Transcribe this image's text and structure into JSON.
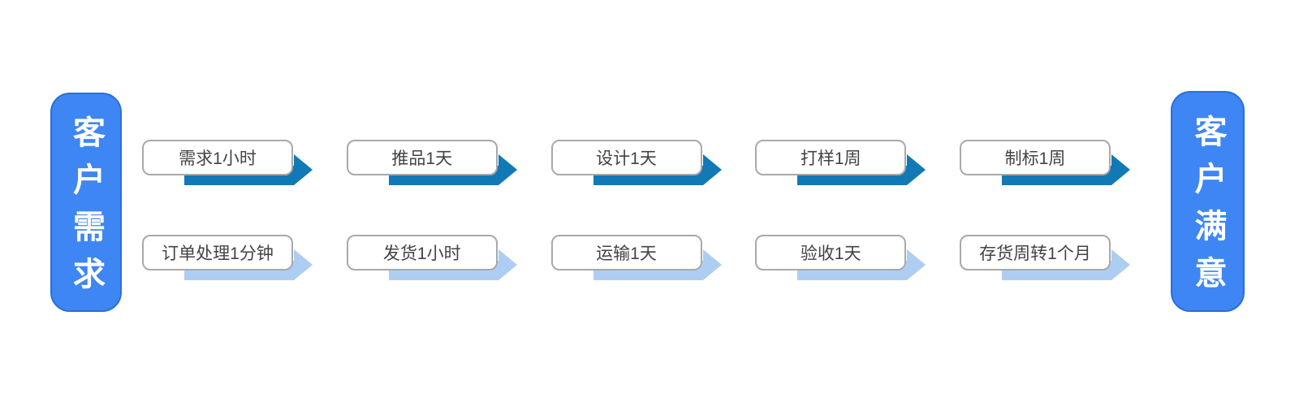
{
  "diagram": {
    "description": "supply-chain process flow from customer need to customer satisfaction"
  },
  "colors": {
    "pillar_fill": "#3E86F3",
    "pillar_border": "#2b6fd9",
    "pillar_text": "#ffffff",
    "arrow_dark": "#1279B7",
    "arrow_light": "#AECDF2",
    "box_border": "#a9a9a9",
    "box_text": "#434343"
  },
  "left_pillar": {
    "label": "客户需求"
  },
  "right_pillar": {
    "label": "客户满意"
  },
  "rows": [
    {
      "name": "top",
      "arrow_color": "#1279B7",
      "steps": [
        {
          "label": "需求1小时"
        },
        {
          "label": "推品1天"
        },
        {
          "label": "设计1天"
        },
        {
          "label": "打样1周"
        },
        {
          "label": "制标1周"
        }
      ]
    },
    {
      "name": "bottom",
      "arrow_color": "#AECDF2",
      "steps": [
        {
          "label": "订单处理1分钟"
        },
        {
          "label": "发货1小时"
        },
        {
          "label": "运输1天"
        },
        {
          "label": "验收1天"
        },
        {
          "label": "存货周转1个月"
        }
      ]
    }
  ]
}
